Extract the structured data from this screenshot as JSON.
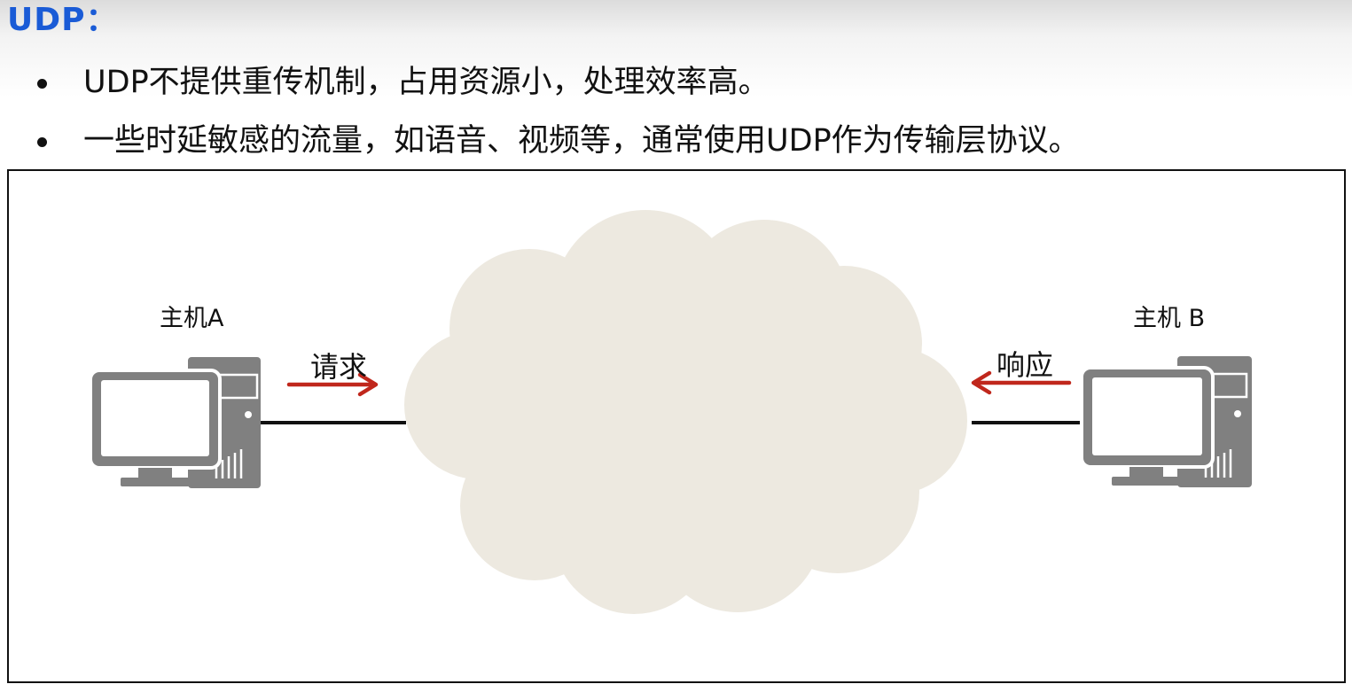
{
  "title": "UDP：",
  "bullets": [
    "UDP不提供重传机制，占用资源小，处理效率高。",
    "一些时延敏感的流量，如语音、视频等，通常使用UDP作为传输层协议。"
  ],
  "diagram": {
    "host_a_label": "主机A",
    "host_b_label": "主机 B",
    "request_label": "请求",
    "response_label": "响应",
    "colors": {
      "title": "#1a5bd6",
      "arrow": "#c0271c",
      "cloud": "#ede9e0",
      "computer": "#808080"
    }
  }
}
